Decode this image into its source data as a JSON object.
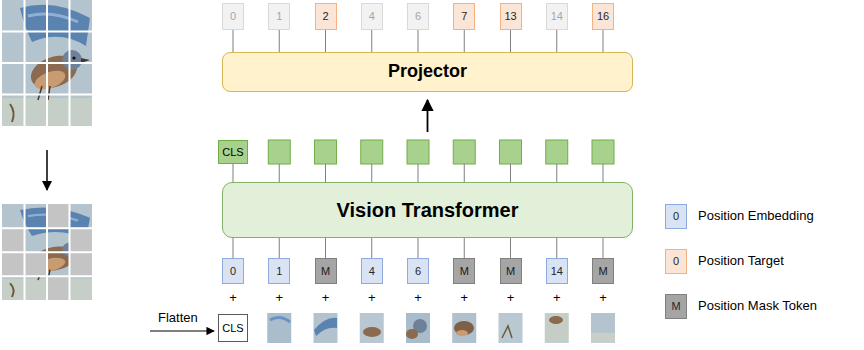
{
  "diagram": {
    "nodes": [
      {
        "text": [
          "0"
        ]
      },
      {
        "text": [
          "1"
        ]
      },
      {
        "text": [
          "2"
        ]
      },
      {
        "text": [
          "4"
        ]
      },
      {
        "text": [
          "6"
        ]
      },
      {
        "text": [
          "7"
        ]
      },
      {
        "text": [
          "13"
        ]
      },
      {
        "text": [
          "14"
        ]
      },
      {
        "text": [
          "16"
        ]
      },
      {
        "text": [
          "Projector"
        ]
      },
      {
        "text": [
          "CLS"
        ]
      },
      {
        "text": [
          "Vision Transformer"
        ]
      },
      {
        "text": [
          "0"
        ]
      },
      {
        "text": [
          "1"
        ]
      },
      {
        "text": [
          "M"
        ]
      },
      {
        "text": [
          "4"
        ]
      },
      {
        "text": [
          "6"
        ]
      },
      {
        "text": [
          "M"
        ]
      },
      {
        "text": [
          "M"
        ]
      },
      {
        "text": [
          "14"
        ]
      },
      {
        "text": [
          "M"
        ]
      },
      {
        "text": [
          "CLS"
        ]
      }
    ],
    "edges": [
      {
        "from": 0,
        "to": 9,
        "arrow": "none"
      },
      {
        "from": 1,
        "to": 9,
        "arrow": "none"
      },
      {
        "from": 2,
        "to": 9,
        "arrow": "none"
      },
      {
        "from": 3,
        "to": 9,
        "arrow": "none"
      },
      {
        "from": 4,
        "to": 9,
        "arrow": "none"
      },
      {
        "from": 5,
        "to": 9,
        "arrow": "none"
      },
      {
        "from": 6,
        "to": 9,
        "arrow": "none"
      },
      {
        "from": 7,
        "to": 9,
        "arrow": "none"
      },
      {
        "from": 8,
        "to": 9,
        "arrow": "none"
      },
      {
        "from": 10,
        "to": 11,
        "arrow": "none"
      },
      {
        "from": 12,
        "to": 11,
        "arrow": "none"
      },
      {
        "from": 13,
        "to": 11,
        "arrow": "none"
      },
      {
        "from": 14,
        "to": 11,
        "arrow": "none"
      },
      {
        "from": 15,
        "to": 11,
        "arrow": "none"
      },
      {
        "from": 16,
        "to": 11,
        "arrow": "none"
      },
      {
        "from": 17,
        "to": 11,
        "arrow": "none"
      },
      {
        "from": 18,
        "to": 11,
        "arrow": "none"
      },
      {
        "from": 19,
        "to": 11,
        "arrow": "none"
      },
      {
        "from": 20,
        "to": 11,
        "arrow": "none"
      }
    ],
    "labels": [
      "+",
      "+",
      "+",
      "+",
      "+",
      "+",
      "+",
      "+",
      "+",
      "Flatten",
      "0",
      "0",
      "M"
    ],
    "legend": [
      {
        "text": "Position Embedding",
        "color": "#dae3f3"
      },
      {
        "text": "Position Target",
        "color": "#fbe5d6"
      },
      {
        "text": "Position Mask Token",
        "color": "#a5a5a5"
      }
    ]
  }
}
